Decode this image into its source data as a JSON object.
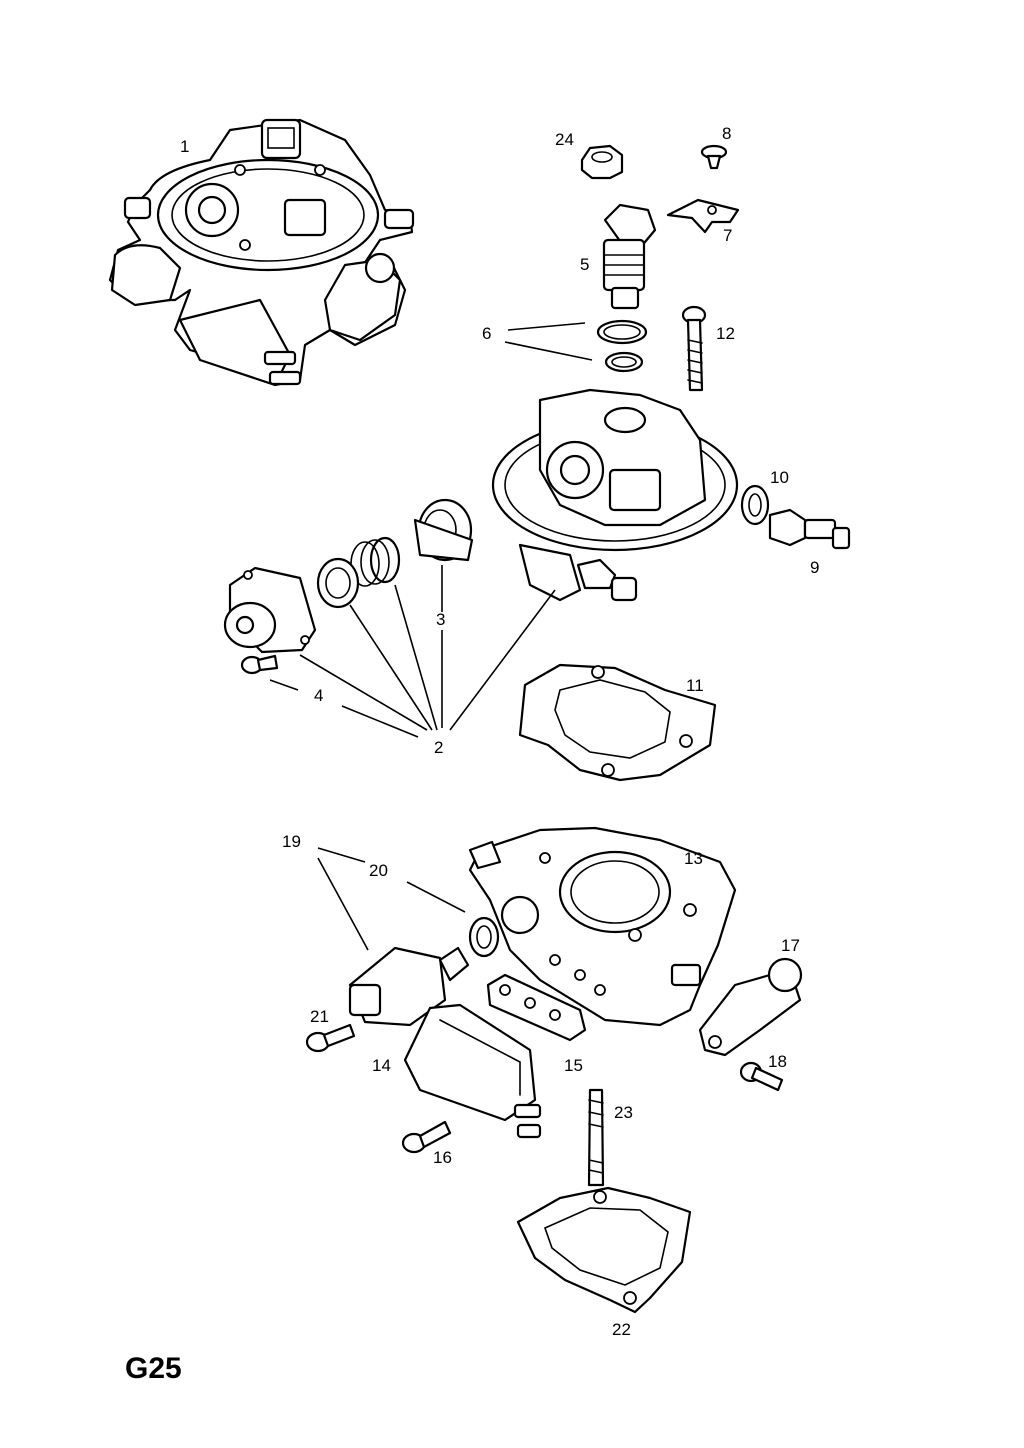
{
  "page_code": "G25",
  "callouts": {
    "p1": "1",
    "p2": "2",
    "p3": "3",
    "p4": "4",
    "p5": "5",
    "p6": "6",
    "p7": "7",
    "p8": "8",
    "p9": "9",
    "p10": "10",
    "p11": "11",
    "p12": "12",
    "p13": "13",
    "p14": "14",
    "p15": "15",
    "p16": "16",
    "p17": "17",
    "p18": "18",
    "p19": "19",
    "p20": "20",
    "p21": "21",
    "p22": "22",
    "p23": "23",
    "p24": "24"
  }
}
